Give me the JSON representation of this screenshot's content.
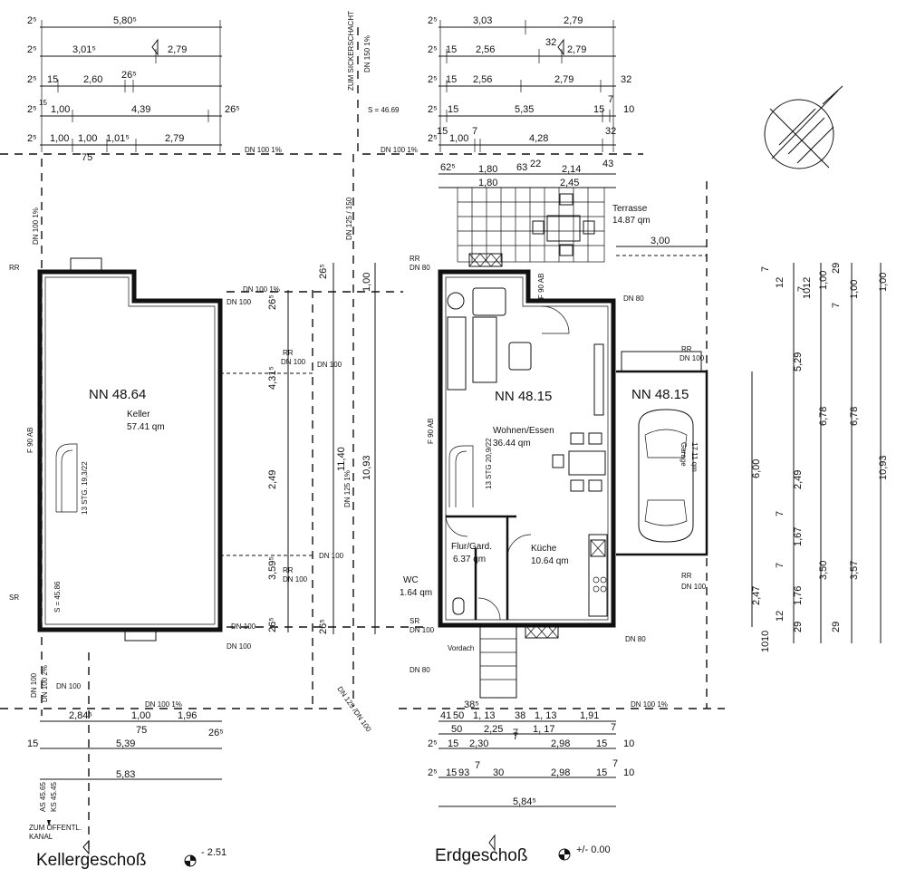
{
  "titles": {
    "basement": "Kellergeschoß",
    "basement_level": "- 2.51",
    "ground": "Erdgeschoß",
    "ground_level": "+/- 0.00"
  },
  "basement": {
    "nn": "NN 48.64",
    "room_name": "Keller",
    "room_area": "57.41 qm",
    "stair": "13 STG. 19,3/22",
    "fire": "F 90 AB",
    "s_level": "S = 45.86",
    "canal": "ZUM ÖFFENTL.",
    "canal2": "KANAL",
    "as_label": "AS 45.65",
    "ks_label": "KS 45.45",
    "top_dims": [
      [
        "2⁵",
        "5,80⁵"
      ],
      [
        "2⁵",
        "3,01⁵",
        "2,79"
      ],
      [
        "2⁵",
        "15",
        "2,60",
        "26⁵"
      ],
      [
        "2⁵",
        "15",
        "1,00",
        "4,39",
        "26⁵"
      ],
      [
        "2⁵",
        "1,00",
        "1,00",
        "1,01⁵",
        "2,79"
      ]
    ],
    "top_dim_extra": "75",
    "bottom_dims": [
      "2,84⁵",
      "1,00",
      "1,96",
      "75",
      "26⁵",
      "5,39",
      "5,83",
      "15"
    ]
  },
  "ground": {
    "nn": "NN 48.15",
    "living_name": "Wohnen/Essen",
    "living_area": "36.44 qm",
    "kitchen_name": "Küche",
    "kitchen_area": "10.64 qm",
    "hall_name": "Flur/Gard.",
    "hall_area": "6.37 qm",
    "wc_name": "WC",
    "wc_area": "1.64 qm",
    "terrace_name": "Terrasse",
    "terrace_area": "14.87 qm",
    "garage_nn": "NN 48.15",
    "garage_name": "Garage",
    "garage_area": "17.11 qm",
    "stair": "13 STG 20,9/22",
    "fire": "F 90 AB",
    "fire2": "F 90 AB",
    "canopy": "Vordach",
    "s_level": "S = 46.69",
    "garage_width": "3,00",
    "top_dims": [
      [
        "2⁵",
        "3,03",
        "2,79"
      ],
      [
        "2⁵",
        "15",
        "2,56",
        "32",
        "2,79"
      ],
      [
        "2⁵",
        "15",
        "2,56",
        "2,79",
        "32"
      ],
      [
        "2⁵",
        "15",
        "5,35",
        "15",
        "10",
        "7"
      ],
      [
        "2⁵",
        "15",
        "1,00",
        "7",
        "4,28",
        "32"
      ]
    ],
    "upper_dims": [
      "62⁵",
      "1,80",
      "63",
      "22",
      "2,14",
      "43",
      "1,80",
      "2,45"
    ],
    "bottom_dims": [
      [
        "41",
        "50",
        "1, 13",
        "38",
        "1, 13",
        "1,91",
        "38⁵"
      ],
      [
        "50",
        "2,25",
        "7",
        "1, 17",
        "7"
      ],
      [
        "2⁵",
        "15",
        "2,30",
        "7",
        "2,98",
        "15",
        "10"
      ],
      [
        "2⁵",
        "15",
        "93",
        "7",
        "30",
        "2,98",
        "15",
        "10",
        "7"
      ],
      [
        "5,84⁵"
      ]
    ]
  },
  "pipes": {
    "dn100": "DN 100 1%",
    "dn100b": "DN 100",
    "dn125": "DN 125 / 150",
    "dn125b": "DN 125 1%",
    "dn125c": "DN 125 /DN 100",
    "dn150": "DN 150 1%",
    "sickerschacht": "ZUM SICKERSCHACHT",
    "rr": "RR",
    "sr": "SR",
    "dn80": "DN 80",
    "dn100pct": "DN 100 2%"
  },
  "vertical_dims": {
    "middle": [
      "26⁵",
      "4,31⁵",
      "2,49",
      "3,59⁵",
      "26⁵",
      "26⁵",
      "11,40",
      "10,93",
      "1,00",
      "26⁵"
    ],
    "right": [
      "7",
      "12",
      "5,29",
      "6,00",
      "2,49",
      "7",
      "1,67",
      "7",
      "1,76",
      "2,47",
      "12",
      "29",
      "10",
      "10",
      "1,00",
      "6,78",
      "3,50",
      "3,57",
      "29",
      "7",
      "1,00",
      "6,78",
      "10,93",
      "29",
      "12",
      "10",
      "7",
      "1,00"
    ]
  },
  "north": "N"
}
